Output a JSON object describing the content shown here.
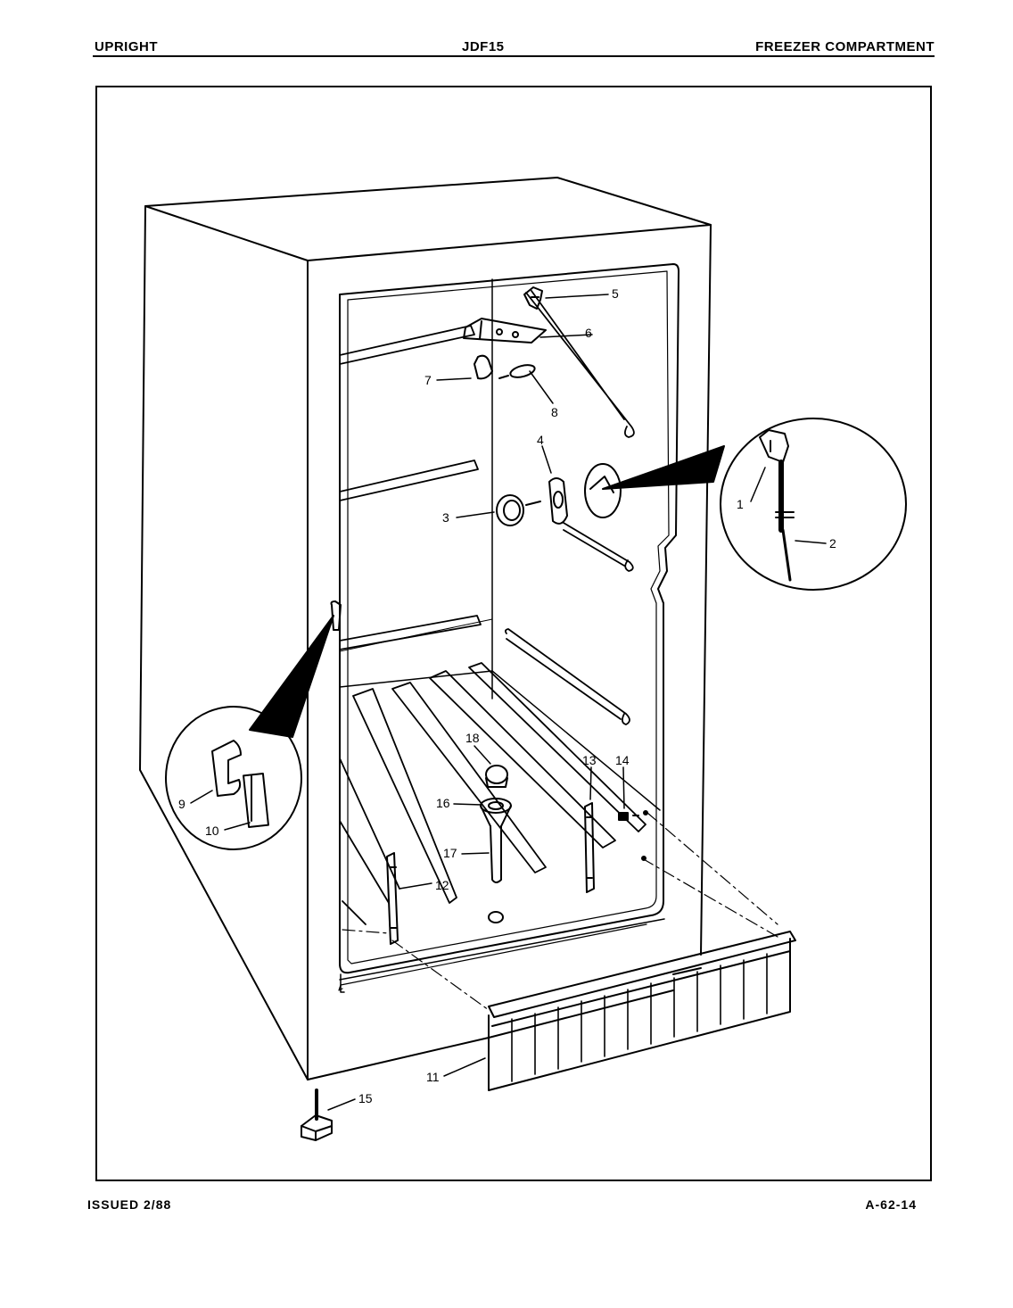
{
  "header": {
    "left": "UPRIGHT",
    "center": "JDF15",
    "right": "FREEZER COMPARTMENT"
  },
  "footer": {
    "left": "ISSUED 2/88",
    "right": "A-62-14"
  },
  "callouts": [
    "1",
    "2",
    "3",
    "4",
    "5",
    "6",
    "7",
    "8",
    "9",
    "10",
    "11",
    "12",
    "13",
    "14",
    "15",
    "16",
    "17",
    "18"
  ]
}
